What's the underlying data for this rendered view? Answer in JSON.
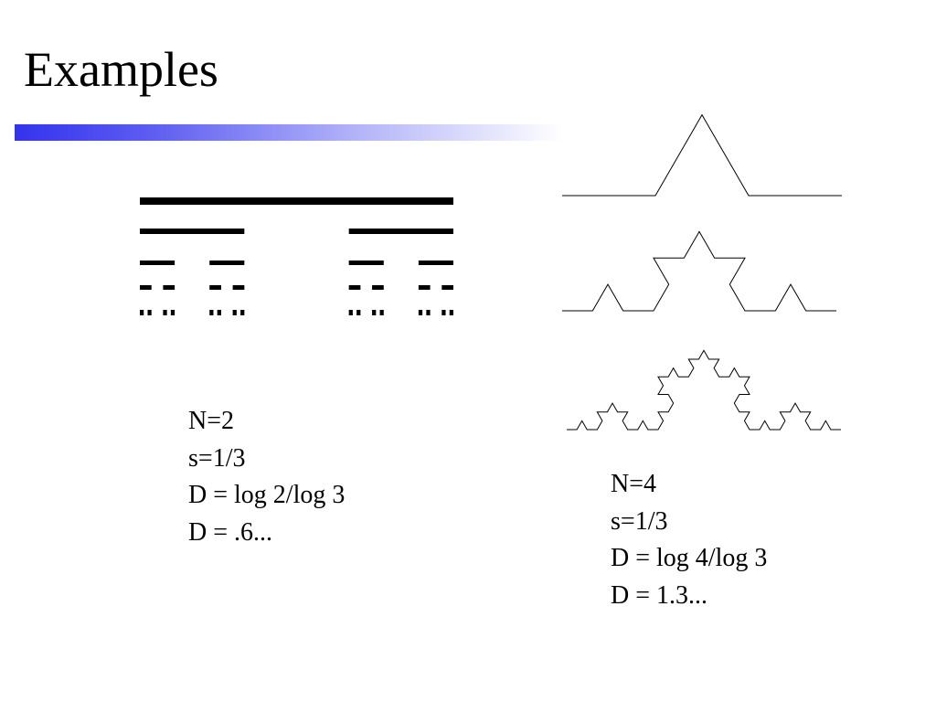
{
  "slide": {
    "title": "Examples"
  },
  "cantor_set": {
    "levels": 5,
    "stats": {
      "n": "N=2",
      "s": "s=1/3",
      "d_formula": "D = log 2/log 3",
      "d_value": "D = .6..."
    }
  },
  "koch_curve": {
    "iterations": [
      1,
      2,
      3
    ],
    "stats": {
      "n": "N=4",
      "s": "s=1/3",
      "d_formula": "D = log 4/log 3",
      "d_value": "D = 1.3..."
    }
  },
  "colors": {
    "title_rule_start": "#3333ee",
    "title_rule_end": "#ffffff",
    "ink": "#000000"
  }
}
